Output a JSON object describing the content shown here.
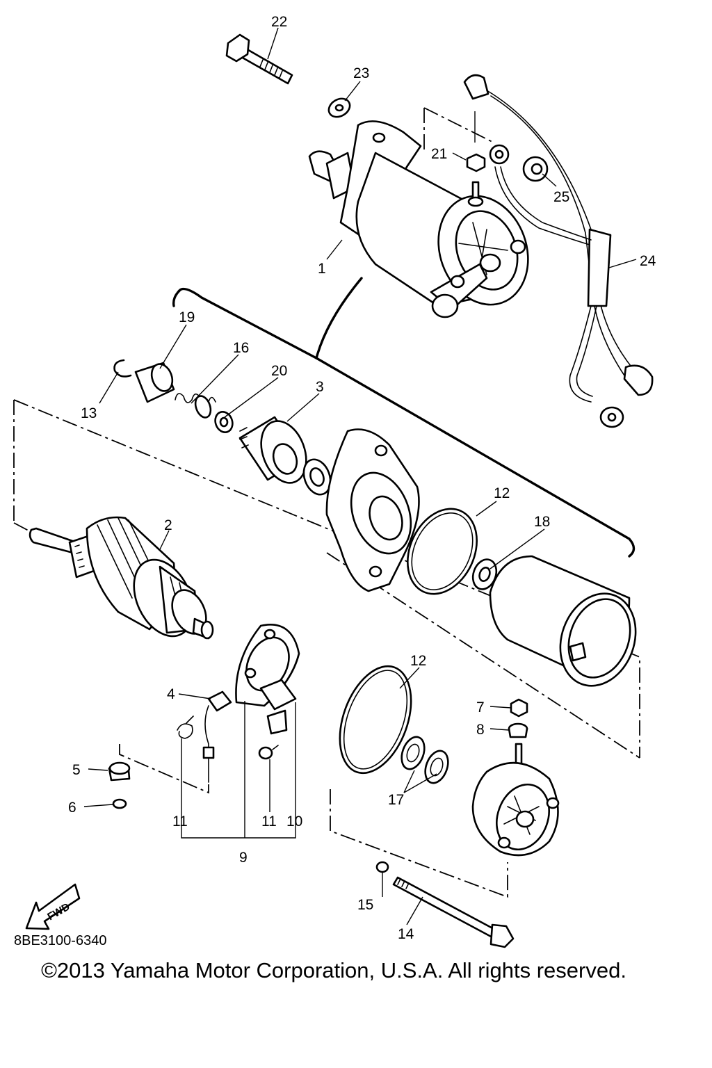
{
  "callouts": {
    "c1": "1",
    "c2": "2",
    "c3": "3",
    "c4": "4",
    "c5": "5",
    "c6": "6",
    "c7": "7",
    "c8": "8",
    "c9": "9",
    "c10": "10",
    "c11a": "11",
    "c11b": "11",
    "c12a": "12",
    "c12b": "12",
    "c13": "13",
    "c14": "14",
    "c15": "15",
    "c16": "16",
    "c17": "17",
    "c18": "18",
    "c19": "19",
    "c20": "20",
    "c21": "21",
    "c22": "22",
    "c23": "23",
    "c24": "24",
    "c25": "25"
  },
  "fwd_label": "FWD",
  "diagram_code": "8BE3100-6340",
  "copyright": "©2013 Yamaha Motor Corporation, U.S.A. All rights reserved."
}
